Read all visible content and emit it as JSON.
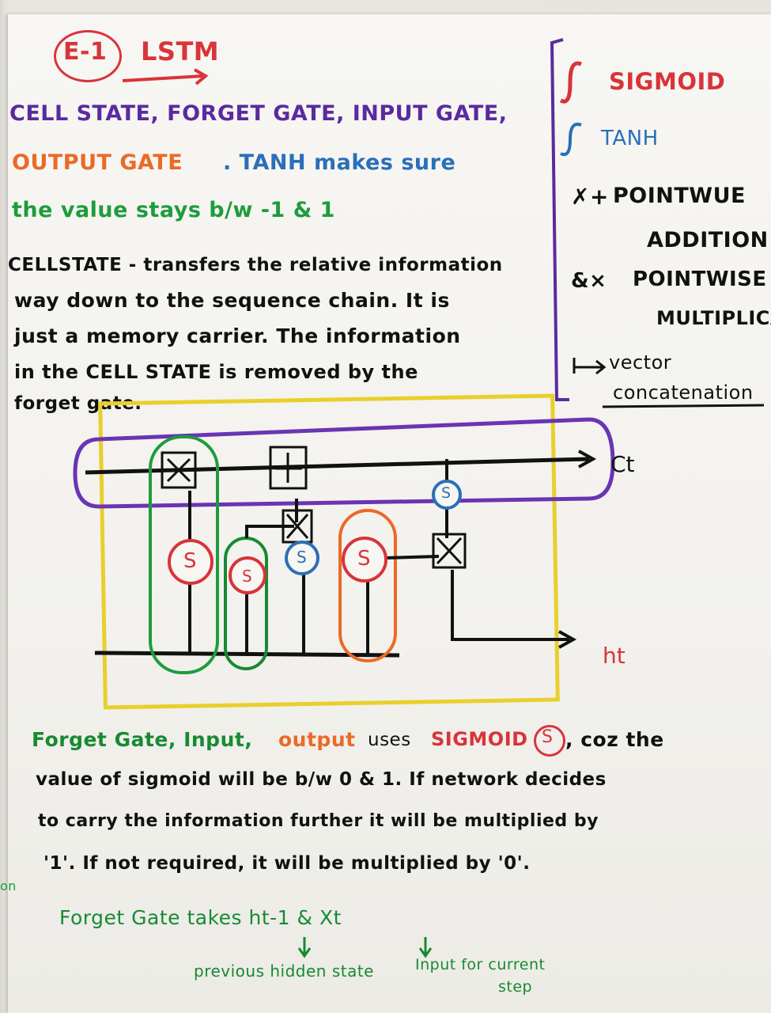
{
  "header": {
    "badge": "E-1",
    "title": "LSTM"
  },
  "legend": {
    "sigmoid": "SIGMOID",
    "tanh": "TANH",
    "pointwise_addition_1": "POINTWUE",
    "pointwise_addition_2": "ADDITION",
    "pointwise_multiplication_1": "POINTWISE",
    "pointwise_multiplication_2": "MULTIPLICA",
    "vector_concat_1": "vector",
    "vector_concat_2": "concatenation"
  },
  "notes": {
    "line1_a": "CELL STATE, FORGET GATE, INPUT GATE,",
    "line2_a": "OUTPUT GATE",
    "line2_b": ". TANH makes sure",
    "line3": "the value stays b/w -1 & 1",
    "cell_state_1": "CELLSTATE - transfers the relative information",
    "cell_state_2": "way down to the sequence chain. It is",
    "cell_state_3": "just a memory carrier. The information",
    "cell_state_4": "in the CELL STATE is removed by the",
    "cell_state_5": "forget gate."
  },
  "diagram": {
    "ct_label": "Ct",
    "ht_label": "ht",
    "sigma": "S",
    "mult": "×",
    "plus": "+"
  },
  "bottom": {
    "p1_a": "Forget Gate, Input,",
    "p1_b": "output",
    "p1_c": "uses",
    "p1_d": "SIGMOID",
    "p1_e": ", coz the",
    "p2": "value of sigmoid will be b/w 0 & 1. If network decides",
    "p3": "to carry the information further it will be multiplied by",
    "p4": "'1'. If not required, it will be multiplied by '0'.",
    "forget_line": "Forget Gate takes ht-1 & Xt",
    "prev_hidden": "previous hidden state",
    "input_current": "Input for current",
    "step": "step"
  },
  "edge": {
    "fragment": "on"
  }
}
